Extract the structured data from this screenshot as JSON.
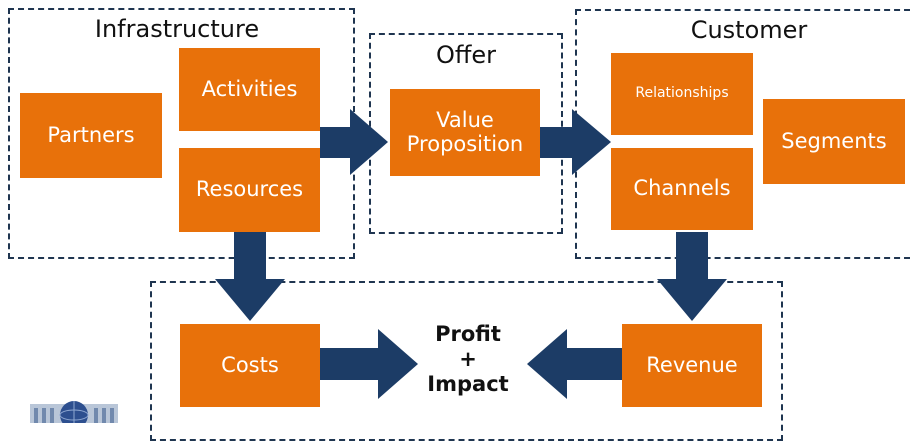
{
  "groups": {
    "infrastructure": "Infrastructure",
    "offer": "Offer",
    "customer": "Customer"
  },
  "boxes": {
    "partners": "Partners",
    "activities": "Activities",
    "resources": "Resources",
    "value_proposition": "Value\nProposition",
    "relationships": "Relationships",
    "channels": "Channels",
    "segments": "Segments",
    "costs": "Costs",
    "revenue": "Revenue"
  },
  "center": {
    "text": "Profit\n+\nImpact"
  },
  "colors": {
    "box_fill": "#e8710a",
    "arrow_fill": "#1c3c66",
    "dashed_border": "#1f3550",
    "text": "#111111"
  },
  "icons": {
    "logo": "building-globe-logo"
  }
}
